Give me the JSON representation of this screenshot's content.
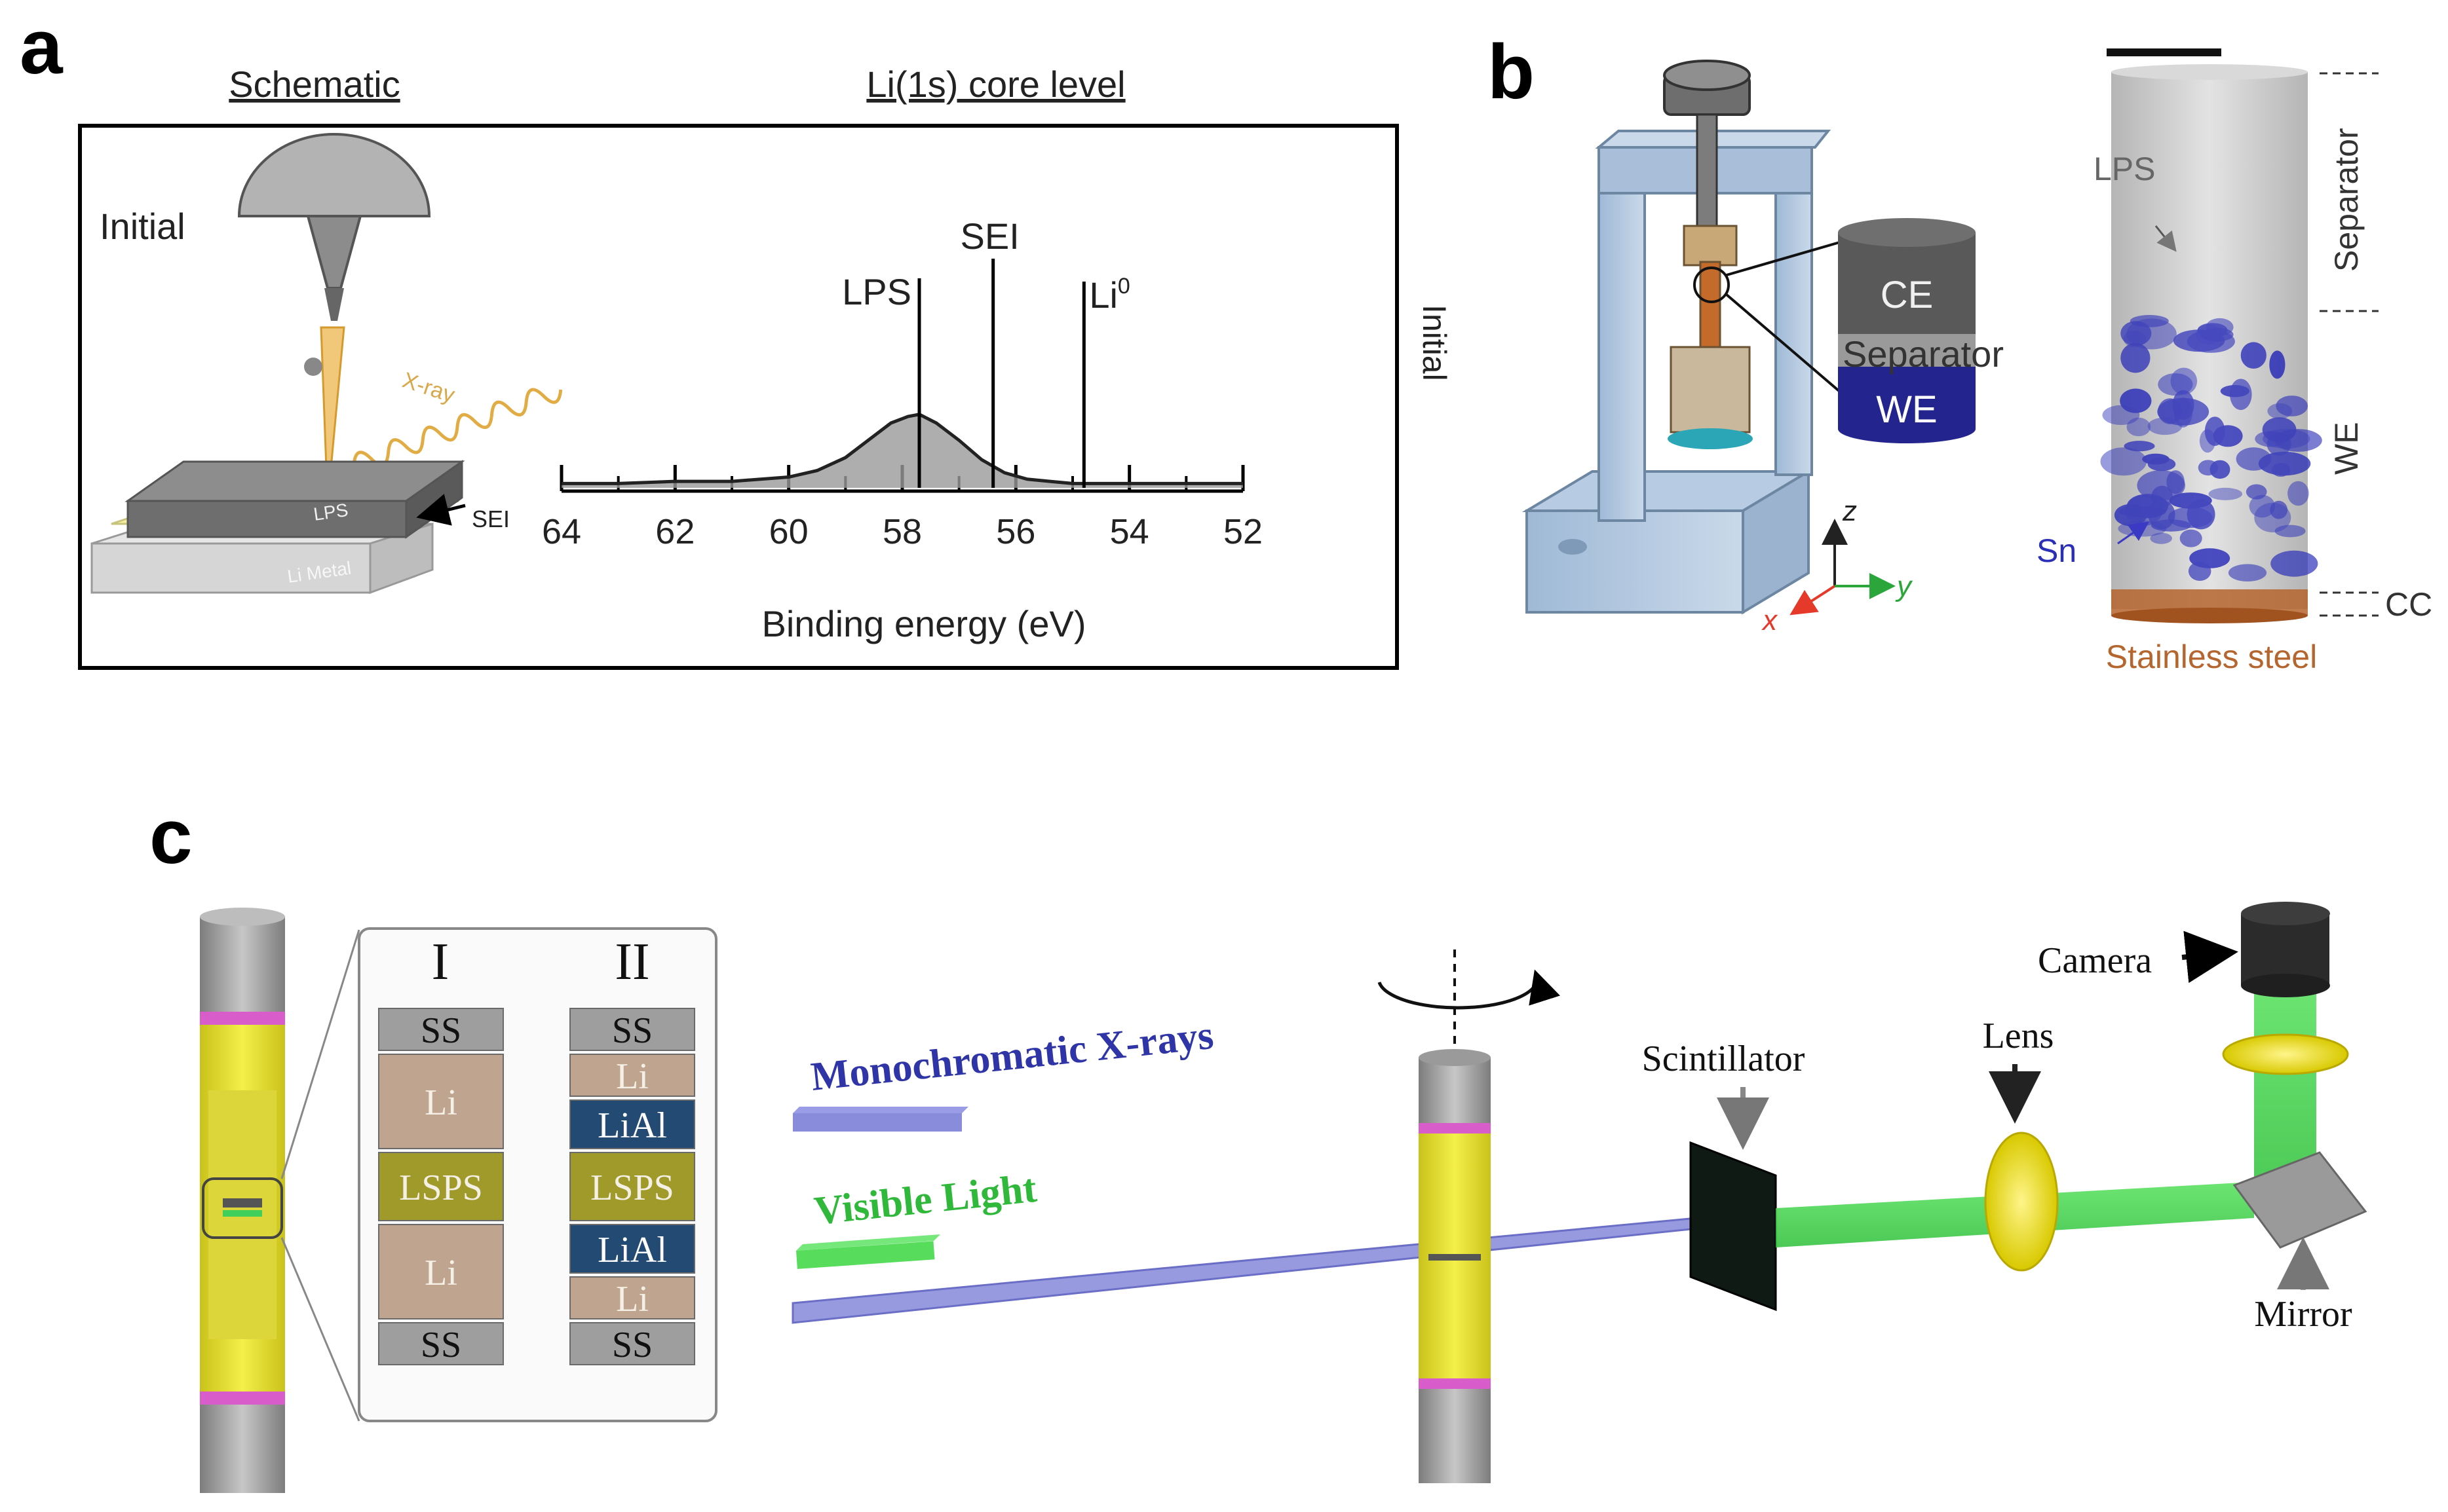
{
  "panels": {
    "a": {
      "letter": "a",
      "schematic_title": "Schematic",
      "spectrum_title": "Li(1s) core level",
      "initial_label": "Initial",
      "xray_label": "X-ray",
      "lps_layer": "LPS",
      "li_metal_layer": "Li Metal",
      "sei_pointer": "SEI",
      "side_label": "Initial",
      "peaks": {
        "lps": "LPS",
        "sei": "SEI",
        "li0": "Li",
        "li0_sup": "0"
      },
      "x_axis_title": "Binding energy (eV)"
    },
    "b": {
      "letter": "b",
      "stack": {
        "ce": "CE",
        "separator": "Separator",
        "we": "WE"
      },
      "axes": {
        "z": "z",
        "x": "x",
        "y": "y"
      },
      "column_labels": {
        "lps": "LPS",
        "sn": "Sn",
        "stainless": "Stainless steel",
        "separator": "Separator",
        "we": "WE",
        "cc": "CC"
      },
      "colors": {
        "sn": "#2b2fb8",
        "stainless": "#b5652e",
        "stack_dark": "#595959",
        "stack_blue": "#24248f"
      }
    },
    "c": {
      "letter": "c",
      "config_I": {
        "title": "I",
        "layers": [
          "SS",
          "Li",
          "LSPS",
          "Li",
          "SS"
        ]
      },
      "config_II": {
        "title": "II",
        "layers": [
          "SS",
          "Li",
          "LiAl",
          "LSPS",
          "LiAl",
          "Li",
          "SS"
        ]
      },
      "beam_labels": {
        "xrays": "Monochromatic X-rays",
        "visible": "Visible Light"
      },
      "components": {
        "scintillator": "Scintillator",
        "lens": "Lens",
        "camera": "Camera",
        "mirror": "Mirror"
      },
      "colors": {
        "xray_beam": "#7b7fd6",
        "visible_beam": "#45d84a",
        "lsps": "#a09a2a",
        "lial": "#234a73",
        "li": "#bfa58f",
        "ss": "#9e9e9e"
      }
    }
  },
  "chart_data": {
    "type": "line",
    "title": "Li(1s) core level",
    "xlabel": "Binding energy (eV)",
    "ylabel": "",
    "x_reversed": true,
    "xlim": [
      64,
      52
    ],
    "xticks": [
      64,
      62,
      60,
      58,
      56,
      54,
      52
    ],
    "series": [
      {
        "x": [
          64,
          63,
          62,
          61,
          60,
          59.5,
          59,
          58.5,
          58.2,
          57.9,
          57.7,
          57.4,
          57,
          56.6,
          56.2,
          55.8,
          55.4,
          55,
          54,
          53,
          52
        ],
        "y": [
          0.02,
          0.02,
          0.03,
          0.03,
          0.05,
          0.08,
          0.14,
          0.24,
          0.3,
          0.33,
          0.34,
          0.3,
          0.22,
          0.13,
          0.07,
          0.04,
          0.03,
          0.02,
          0.02,
          0.02,
          0.02
        ]
      }
    ],
    "reference_lines": [
      {
        "label": "LPS",
        "x": 57.7
      },
      {
        "label": "SEI",
        "x": 56.4
      },
      {
        "label": "Li0",
        "x": 54.8
      }
    ]
  }
}
